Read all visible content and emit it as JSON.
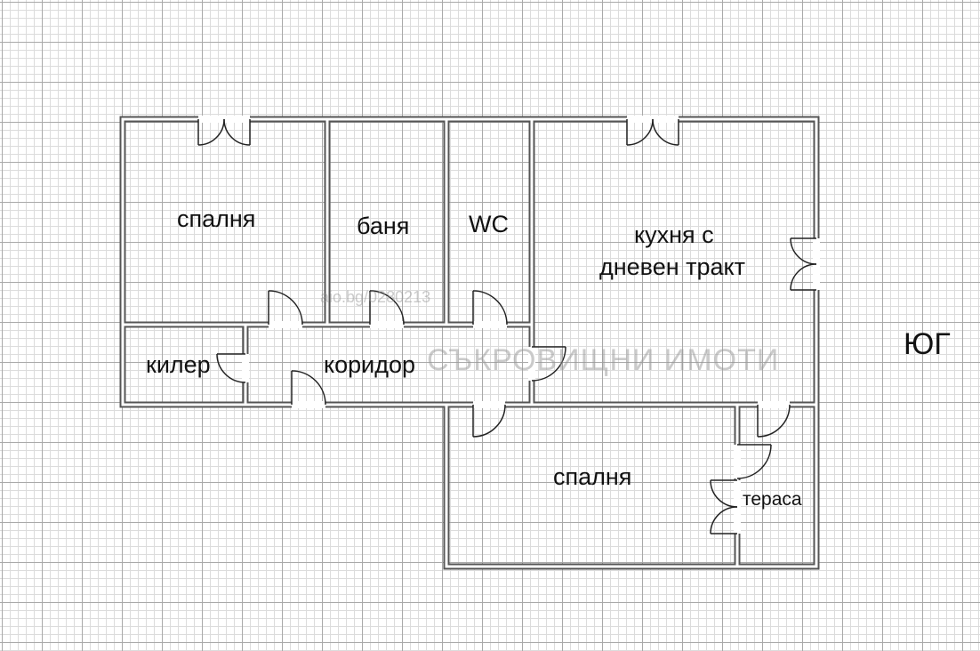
{
  "plan": {
    "rooms": {
      "bedroom_1": "спалня",
      "bathroom": "баня",
      "wc": "WC",
      "kitchen_line1": "кухня с",
      "kitchen_line2": "дневен тракт",
      "pantry": "килер",
      "corridor": "коридор",
      "bedroom_2": "спалня",
      "terrace": "тераса"
    },
    "orientation": "ЮГ"
  },
  "watermark": {
    "code": "aio.bg/0280213",
    "brand": "СЪКРОВИЩНИ ИМОТИ"
  },
  "colors": {
    "wall": "#555555",
    "wall_fill": "#ffffff",
    "door": "#222222"
  }
}
